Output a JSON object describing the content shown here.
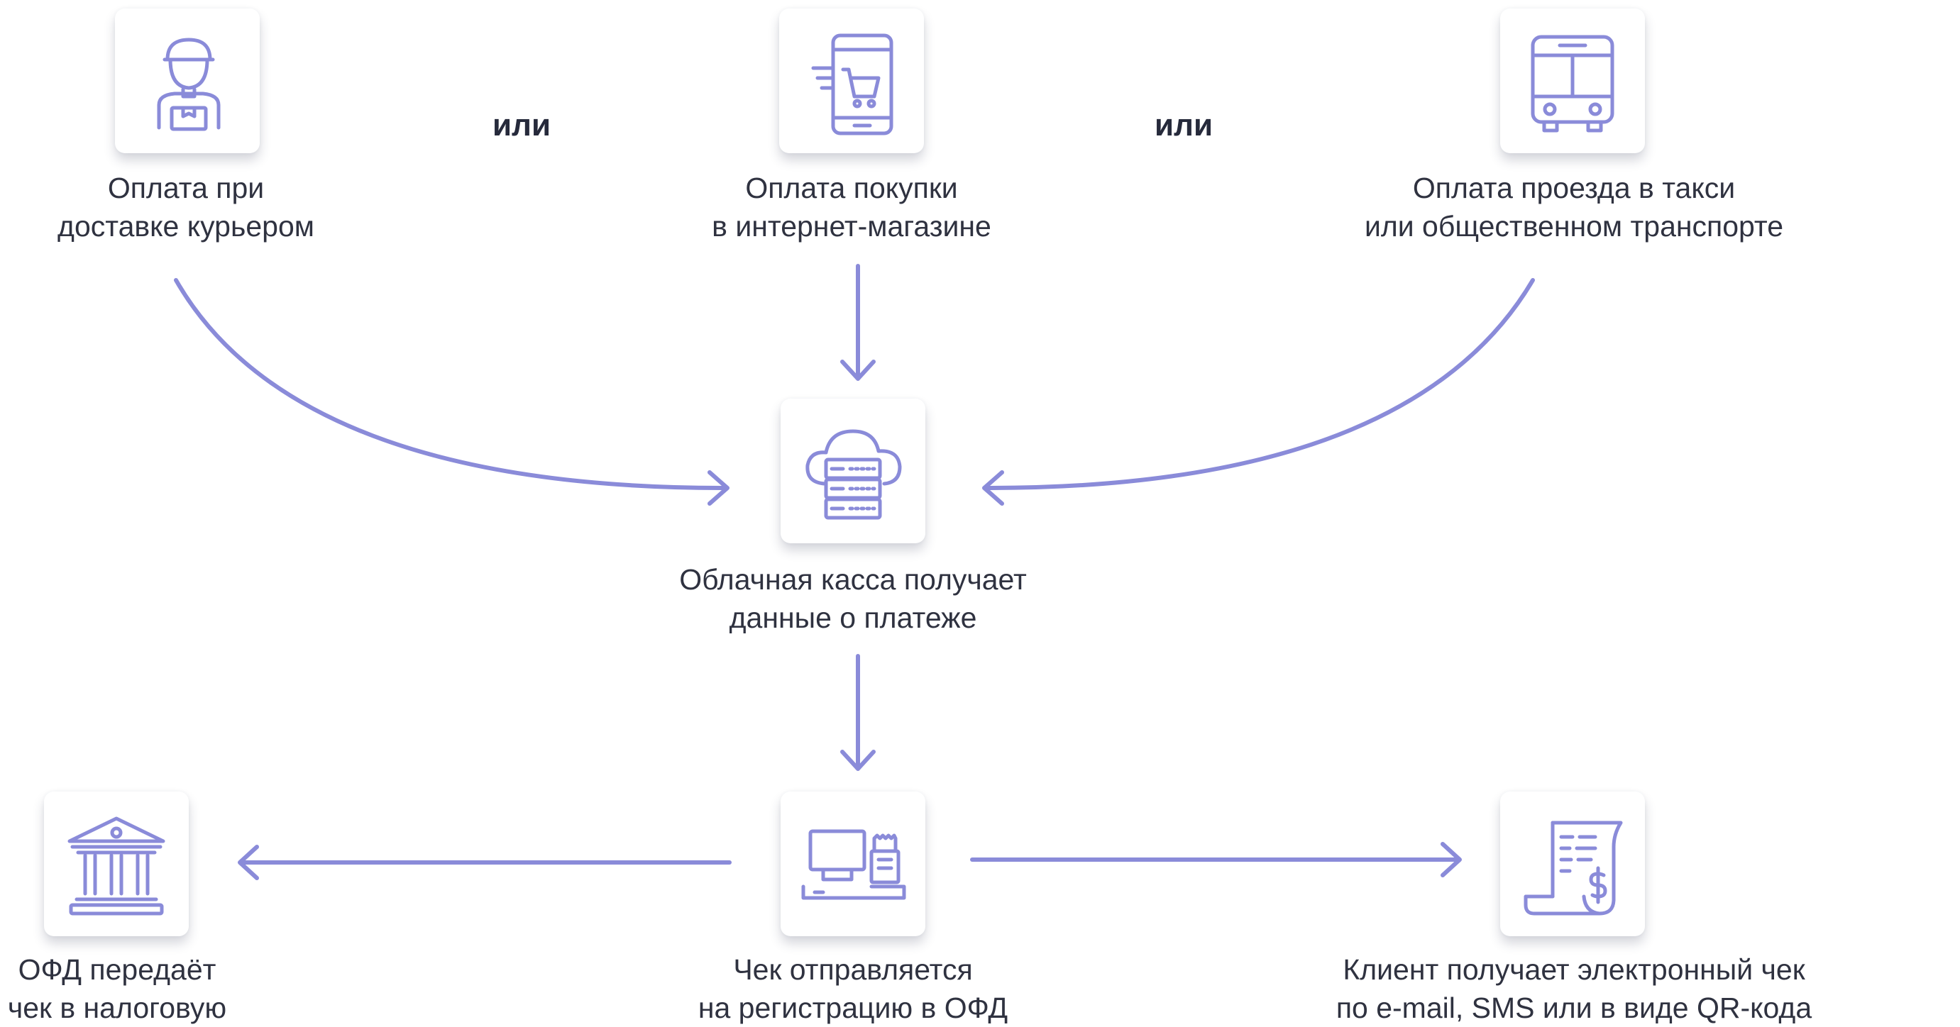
{
  "colors": {
    "accent": "#8a8bd9",
    "text": "#2f3240",
    "separator": "#262a3b",
    "card": "#ffffff"
  },
  "separators": [
    "или",
    "или"
  ],
  "nodes": [
    {
      "id": "courier",
      "icon": "courier-icon",
      "caption": [
        "Оплата при",
        "доставке курьером"
      ]
    },
    {
      "id": "online-store",
      "icon": "smartphone-cart-icon",
      "caption": [
        "Оплата покупки",
        "в интернет-магазине"
      ]
    },
    {
      "id": "transport",
      "icon": "bus-icon",
      "caption": [
        "Оплата проезда в такси",
        "или общественном транспорте"
      ]
    },
    {
      "id": "cloud-register",
      "icon": "cloud-server-icon",
      "caption": [
        "Облачная касса получает",
        "данные о платеже"
      ]
    },
    {
      "id": "tax",
      "icon": "bank-building-icon",
      "caption": [
        "ОФД передаёт",
        "чек в налоговую"
      ]
    },
    {
      "id": "ofd",
      "icon": "cash-register-icon",
      "caption": [
        "Чек отправляется",
        "на регистрацию в ОФД"
      ]
    },
    {
      "id": "client",
      "icon": "receipt-icon",
      "caption": [
        "Клиент получает электронный чек",
        "по e-mail, SMS или в виде QR-кода"
      ]
    }
  ],
  "edges": [
    {
      "from": "courier",
      "to": "cloud-register"
    },
    {
      "from": "online-store",
      "to": "cloud-register"
    },
    {
      "from": "transport",
      "to": "cloud-register"
    },
    {
      "from": "cloud-register",
      "to": "ofd"
    },
    {
      "from": "ofd",
      "to": "tax"
    },
    {
      "from": "ofd",
      "to": "client"
    }
  ]
}
